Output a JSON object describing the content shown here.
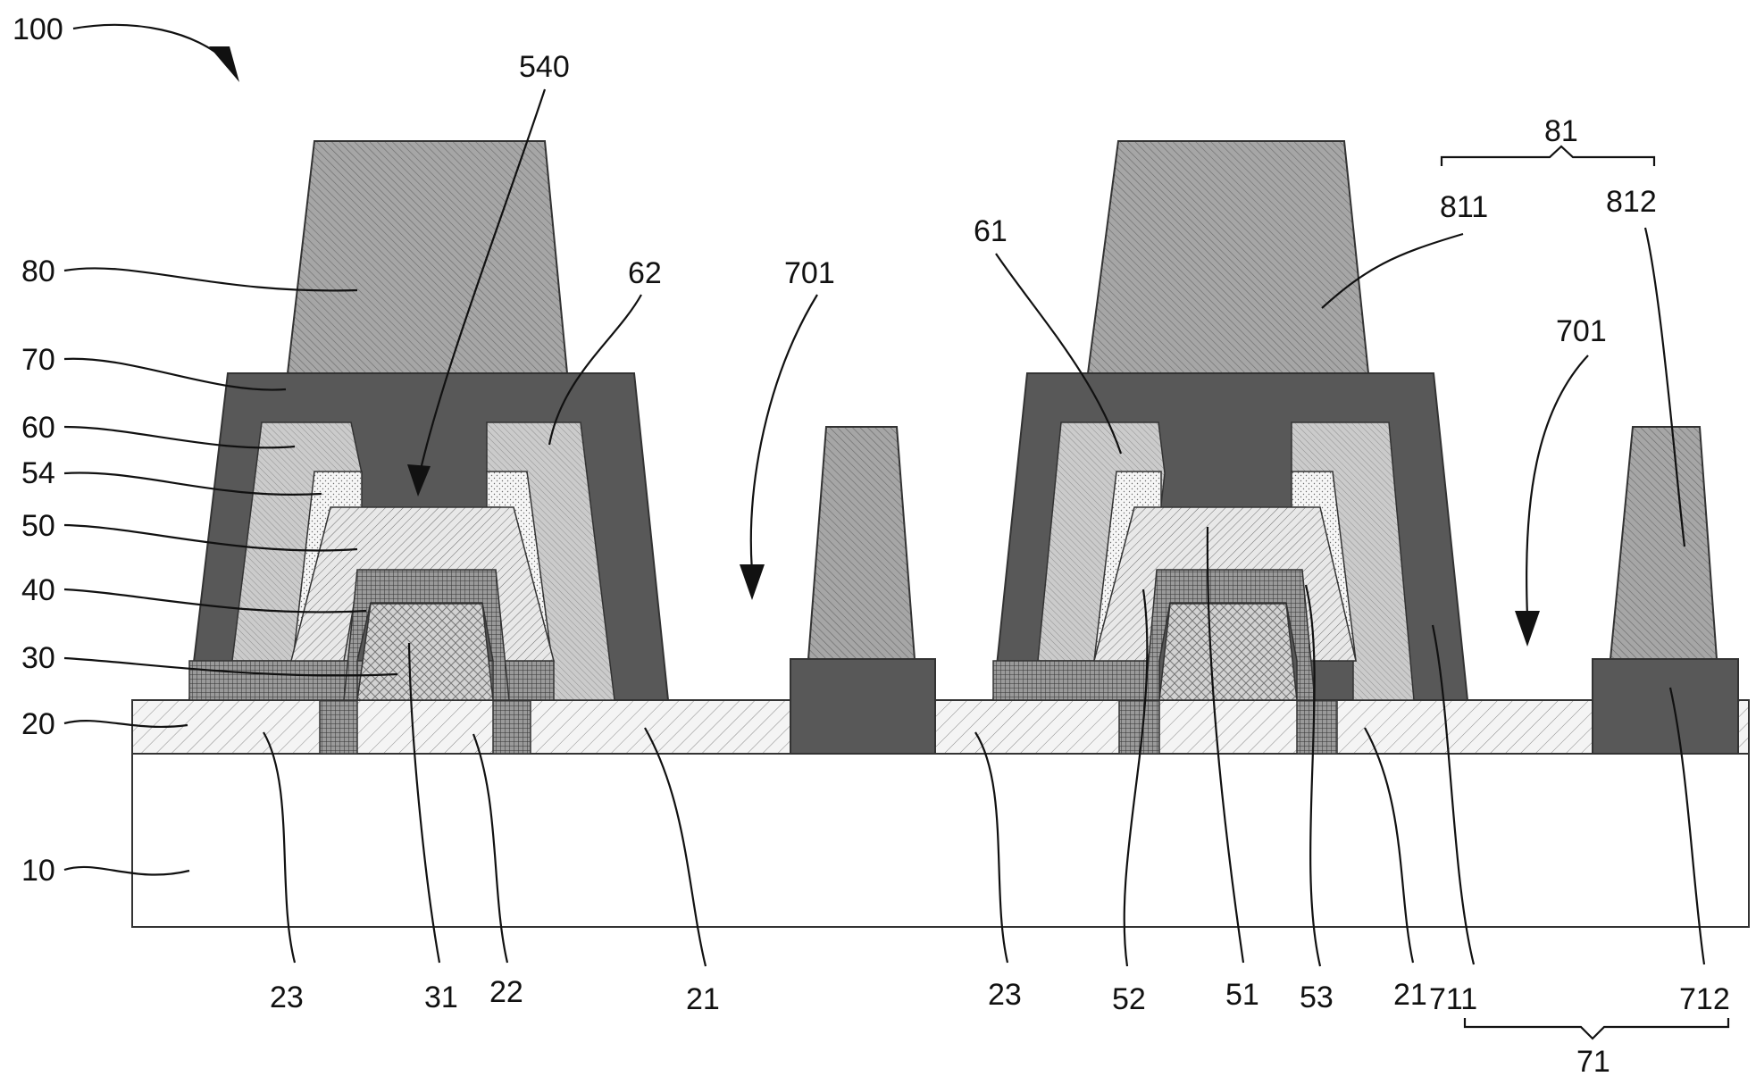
{
  "figure": {
    "ref_number": "100",
    "labels": {
      "l10": "10",
      "l20": "20",
      "l30": "30",
      "l40": "40",
      "l50": "50",
      "l54": "54",
      "l60": "60",
      "l70": "70",
      "l80": "80",
      "l540": "540",
      "l62": "62",
      "l701a": "701",
      "l701b": "701",
      "l61": "61",
      "l81": "81",
      "l811": "811",
      "l812": "812",
      "l23a": "23",
      "l31": "31",
      "l22": "22",
      "l21a": "21",
      "l23b": "23",
      "l52": "52",
      "l51": "51",
      "l53": "53",
      "l21b": "21",
      "l711": "711",
      "l712": "712",
      "l71": "71"
    }
  },
  "colors": {
    "substrate": "#ffffff",
    "layer20": "#f1f1f1",
    "dark70": "#585858",
    "mesh40": "#8c8c8c",
    "gray60": "#c6c6c6",
    "stipple54": "#f3f3f3",
    "hatch50": "#e4e4e4",
    "cross30": "#cfcfcf",
    "gray80": "#a2a2a2"
  }
}
